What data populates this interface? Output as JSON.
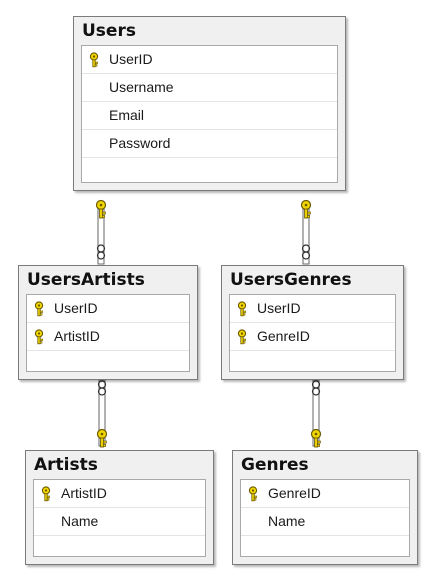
{
  "tables": {
    "users": {
      "title": "Users",
      "columns": [
        {
          "name": "UserID",
          "primary_key": true
        },
        {
          "name": "Username",
          "primary_key": false
        },
        {
          "name": "Email",
          "primary_key": false
        },
        {
          "name": "Password",
          "primary_key": false
        }
      ]
    },
    "users_artists": {
      "title": "UsersArtists",
      "columns": [
        {
          "name": "UserID",
          "primary_key": true
        },
        {
          "name": "ArtistID",
          "primary_key": true
        }
      ]
    },
    "users_genres": {
      "title": "UsersGenres",
      "columns": [
        {
          "name": "UserID",
          "primary_key": true
        },
        {
          "name": "GenreID",
          "primary_key": true
        }
      ]
    },
    "artists": {
      "title": "Artists",
      "columns": [
        {
          "name": "ArtistID",
          "primary_key": true
        },
        {
          "name": "Name",
          "primary_key": false
        }
      ]
    },
    "genres": {
      "title": "Genres",
      "columns": [
        {
          "name": "GenreID",
          "primary_key": true
        },
        {
          "name": "Name",
          "primary_key": false
        }
      ]
    }
  },
  "relationships": [
    {
      "one": "Users",
      "many": "UsersArtists"
    },
    {
      "one": "Users",
      "many": "UsersGenres"
    },
    {
      "one": "Artists",
      "many": "UsersArtists"
    },
    {
      "one": "Genres",
      "many": "UsersGenres"
    }
  ],
  "colors": {
    "key_fill": "#f2d600",
    "key_stroke": "#6b5a00",
    "connector": "#666666",
    "table_background": "#f0f0f0"
  },
  "icons": {
    "primary_key": "key-icon",
    "one_end": "key-icon",
    "many_end": "infinity-icon"
  }
}
